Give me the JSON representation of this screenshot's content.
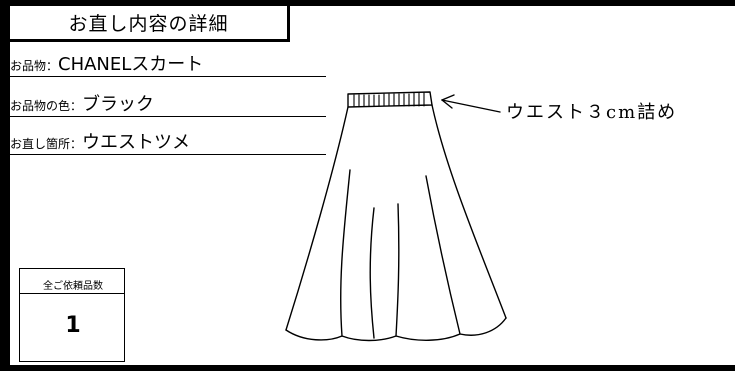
{
  "document": {
    "title": "お直し内容の詳細",
    "item": {
      "label": "お品物：",
      "value": "CHANELスカート"
    },
    "color": {
      "label": "お品物の色：",
      "value": "ブラック"
    },
    "alteration": {
      "label": "お直し箇所：",
      "value": "ウエストツメ"
    },
    "count": {
      "label": "全ご依頼品数",
      "value": "1"
    }
  },
  "sketch": {
    "subject": "skirt",
    "annotation": "ウエスト３cm詰め"
  }
}
